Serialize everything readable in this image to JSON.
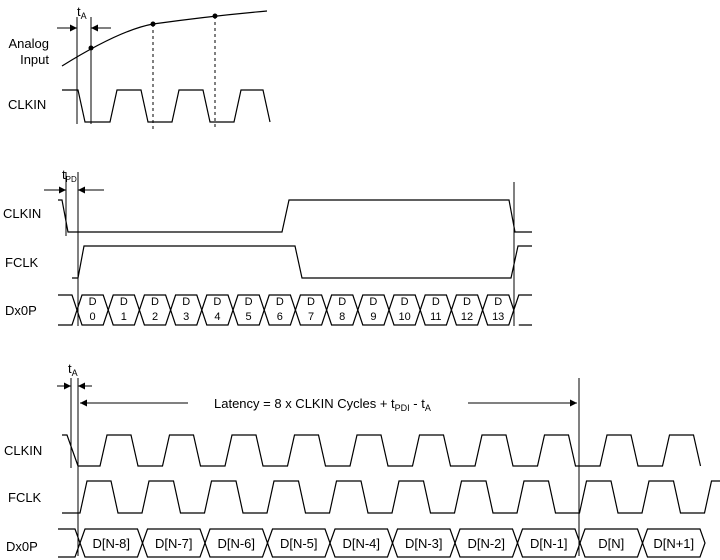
{
  "section1": {
    "ta_label": "t",
    "ta_sub": "A",
    "analog_label_line1": "Analog",
    "analog_label_line2": "Input",
    "clkin_label": "CLKIN"
  },
  "section2": {
    "tpdi_label": "t",
    "tpdi_sub": "PDI",
    "clkin_label": "CLKIN",
    "fclk_label": "FCLK",
    "data_label": "Dx0P",
    "cell_top": "D",
    "cells": [
      "0",
      "1",
      "2",
      "3",
      "4",
      "5",
      "6",
      "7",
      "8",
      "9",
      "10",
      "11",
      "12",
      "13"
    ]
  },
  "section3": {
    "ta_label": "t",
    "ta_sub": "A",
    "latency_prefix": "Latency = 8 x CLKIN Cycles + t",
    "latency_sub1": "PDI",
    "latency_mid": " - t",
    "latency_sub2": "A",
    "clkin_label": "CLKIN",
    "fclk_label": "FCLK",
    "data_label": "Dx0P",
    "cells": [
      "D[N-8]",
      "D[N-7]",
      "D[N-6]",
      "D[N-5]",
      "D[N-4]",
      "D[N-3]",
      "D[N-2]",
      "D[N-1]",
      "D[N]",
      "D[N+1]"
    ]
  }
}
